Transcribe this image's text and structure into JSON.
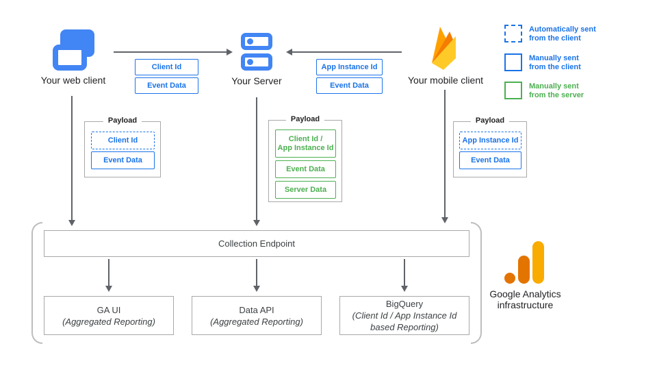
{
  "nodes": {
    "web_client": {
      "label": "Your web client"
    },
    "server": {
      "label": "Your Server"
    },
    "mobile_client": {
      "label": "Your mobile client"
    }
  },
  "flows": {
    "web_to_server": {
      "items": [
        {
          "label": "Client Id"
        },
        {
          "label": "Event Data"
        }
      ]
    },
    "mobile_to_server": {
      "items": [
        {
          "label": "App Instance Id"
        },
        {
          "label": "Event Data"
        }
      ]
    }
  },
  "legend": {
    "items": [
      {
        "label": "Automatically sent\nfrom the client",
        "style": "dashed-blue"
      },
      {
        "label": "Manually sent\nfrom the client",
        "style": "solid-blue"
      },
      {
        "label": "Manually sent\nfrom the server",
        "style": "solid-green"
      }
    ]
  },
  "payloads": {
    "title": "Payload",
    "web": {
      "items": [
        {
          "label": "Client Id",
          "style": "dashed-blue"
        },
        {
          "label": "Event Data",
          "style": "solid-blue"
        }
      ]
    },
    "server": {
      "items": [
        {
          "label": "Client Id /\nApp Instance Id",
          "style": "green"
        },
        {
          "label": "Event Data",
          "style": "green"
        },
        {
          "label": "Server Data",
          "style": "green"
        }
      ]
    },
    "mobile": {
      "items": [
        {
          "label": "App Instance Id",
          "style": "dashed-blue"
        },
        {
          "label": "Event Data",
          "style": "solid-blue"
        }
      ]
    }
  },
  "infrastructure": {
    "collection_endpoint": "Collection Endpoint",
    "outputs": [
      {
        "title": "GA UI",
        "subtitle": "(Aggregated Reporting)"
      },
      {
        "title": "Data API",
        "subtitle": "(Aggregated Reporting)"
      },
      {
        "title": "BigQuery",
        "subtitle": "(Client Id / App Instance Id\nbased Reporting)"
      }
    ],
    "caption": "Google Analytics\ninfrastructure"
  },
  "colors": {
    "blue_icon": "#4285F4",
    "blue_border": "#1A73E8",
    "green": "#4CAF50",
    "gray_border": "#A8A8A8",
    "arrow": "#5F6368",
    "ga_orange": "#E37400",
    "ga_amber": "#F9AB00",
    "firebase_amber": "#FFA000",
    "firebase_orange": "#F57C00",
    "firebase_yellow": "#FFCA28"
  }
}
